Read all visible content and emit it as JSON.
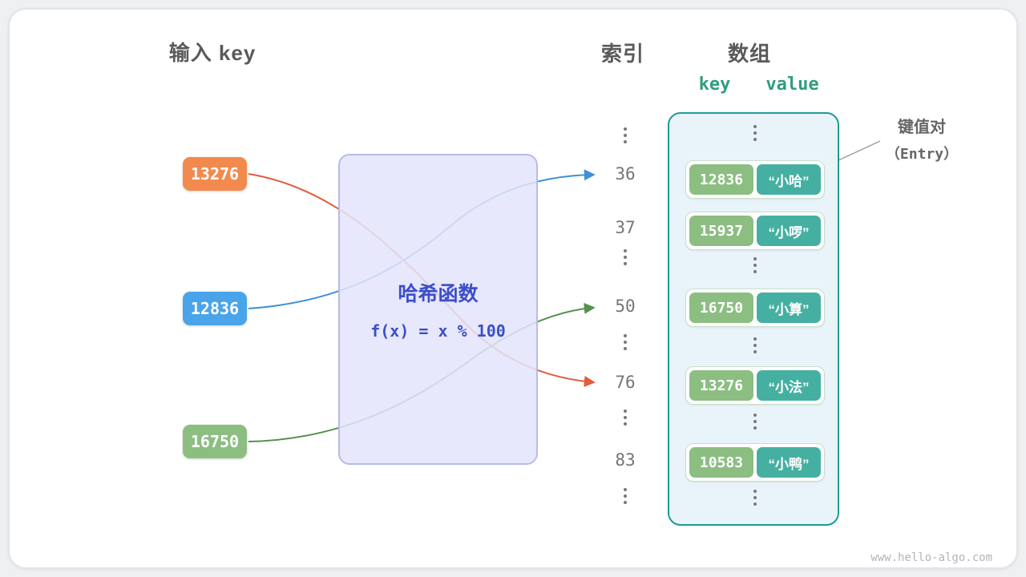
{
  "titles": {
    "input_key": "输入 key",
    "index": "索引",
    "array": "数组"
  },
  "kv_header": {
    "key": "key",
    "value": "value"
  },
  "hash_box": {
    "title": "哈希函数",
    "formula": "f(x) = x % 100"
  },
  "inputs": [
    {
      "value": "13276",
      "color": "#f28a4d"
    },
    {
      "value": "12836",
      "color": "#4aa4ea"
    },
    {
      "value": "16750",
      "color": "#8cbe82"
    }
  ],
  "indices": [
    "36",
    "37",
    "50",
    "76",
    "83"
  ],
  "entries": [
    {
      "key": "12836",
      "value": "“小哈”"
    },
    {
      "key": "15937",
      "value": "“小啰”"
    },
    {
      "key": "16750",
      "value": "“小算”"
    },
    {
      "key": "13276",
      "value": "“小法”"
    },
    {
      "key": "10583",
      "value": "“小鸭”"
    }
  ],
  "annotation": {
    "line1": "键值对",
    "line2": "（Entry）"
  },
  "watermark": "www.hello-algo.com",
  "colors": {
    "arrow_orange": "#e25c3d",
    "arrow_blue": "#3d8fd6",
    "arrow_green": "#55904f",
    "array_border": "#1d9a96",
    "hash_text": "#3c4ec9",
    "kv_header_text": "#2e9d7e",
    "key_box": "#8cbe82",
    "value_box": "#45b0a2"
  }
}
